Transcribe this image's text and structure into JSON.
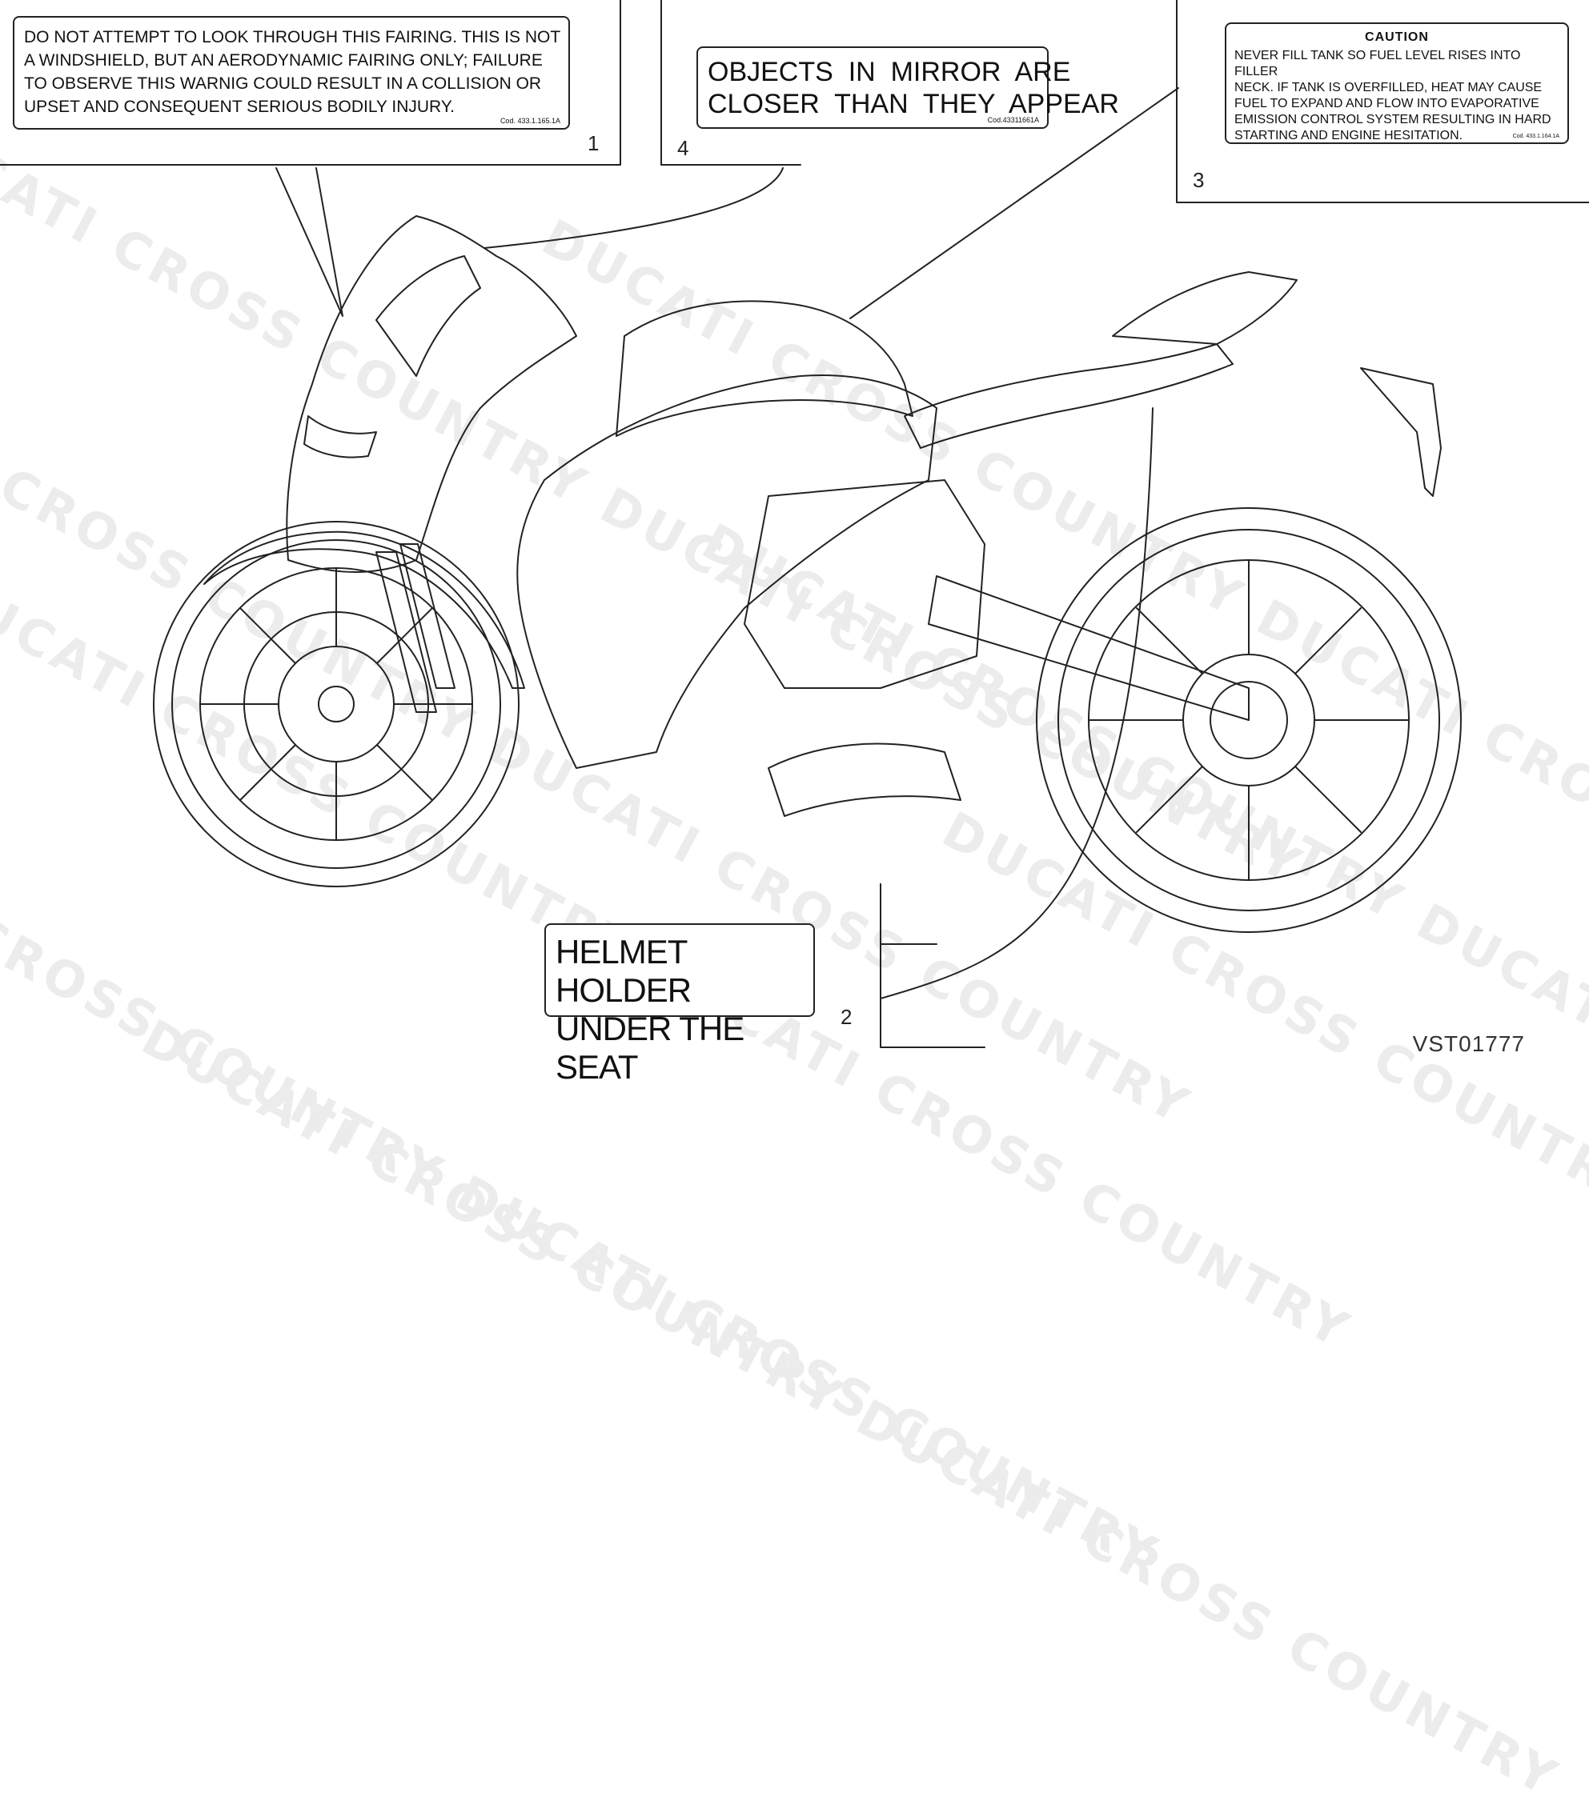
{
  "watermark": "DUCATI CROSS COUNTRY",
  "decals": {
    "fairing": {
      "number": "1",
      "lines": [
        "DO NOT ATTEMPT TO LOOK THROUGH THIS FAIRING. THIS IS NOT",
        "A WINDSHIELD, BUT AN AERODYNAMIC FAIRING ONLY; FAILURE",
        "TO OBSERVE THIS WARNIG COULD RESULT IN A COLLISION OR",
        "UPSET AND CONSEQUENT SERIOUS BODILY INJURY."
      ],
      "code": "Cod. 433.1.165.1A"
    },
    "mirror": {
      "number": "4",
      "lines": [
        "OBJECTS  IN  MIRROR  ARE",
        "CLOSER  THAN  THEY  APPEAR"
      ],
      "code": "Cod.43311661A"
    },
    "tank": {
      "number": "3",
      "title": "CAUTION",
      "lines": [
        "NEVER FILL TANK SO FUEL LEVEL RISES INTO FILLER",
        "NECK. IF TANK IS OVERFILLED, HEAT MAY CAUSE",
        "FUEL TO EXPAND AND FLOW INTO EVAPORATIVE",
        "EMISSION CONTROL SYSTEM RESULTING IN HARD",
        "STARTING AND ENGINE HESITATION."
      ],
      "code": "Cod. 433.1.164.1A"
    },
    "helmet": {
      "number": "2",
      "lines": [
        "HELMET HOLDER",
        "UNDER THE SEAT"
      ]
    }
  },
  "reference": "VST01777"
}
